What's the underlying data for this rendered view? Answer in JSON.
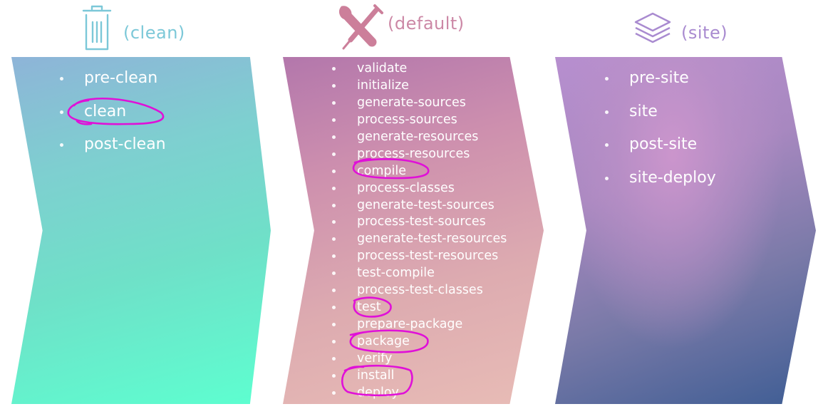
{
  "lifecycles": [
    {
      "id": "clean",
      "header": "(clean)",
      "icon": "trash-icon",
      "color": "#7cc8d8",
      "phases": [
        "pre-clean",
        "clean",
        "post-clean"
      ]
    },
    {
      "id": "default",
      "header": "(default)",
      "icon": "tools-icon",
      "color": "#cc88a6",
      "phases": [
        "validate",
        "initialize",
        "generate-sources",
        "process-sources",
        "generate-resources",
        "process-resources",
        "compile",
        "process-classes",
        "generate-test-sources",
        "process-test-sources",
        "generate-test-resources",
        "process-test-resources",
        "test-compile",
        "process-test-classes",
        "test",
        "prepare-package",
        "package",
        "verify",
        "install",
        "deploy"
      ]
    },
    {
      "id": "site",
      "header": "(site)",
      "icon": "layers-icon",
      "color": "#a98bd0",
      "phases": [
        "pre-site",
        "site",
        "post-site",
        "site-deploy"
      ]
    }
  ],
  "annotation_color": "#e010d8",
  "highlighted_phases": [
    "clean",
    "compile",
    "test",
    "package",
    "install"
  ]
}
